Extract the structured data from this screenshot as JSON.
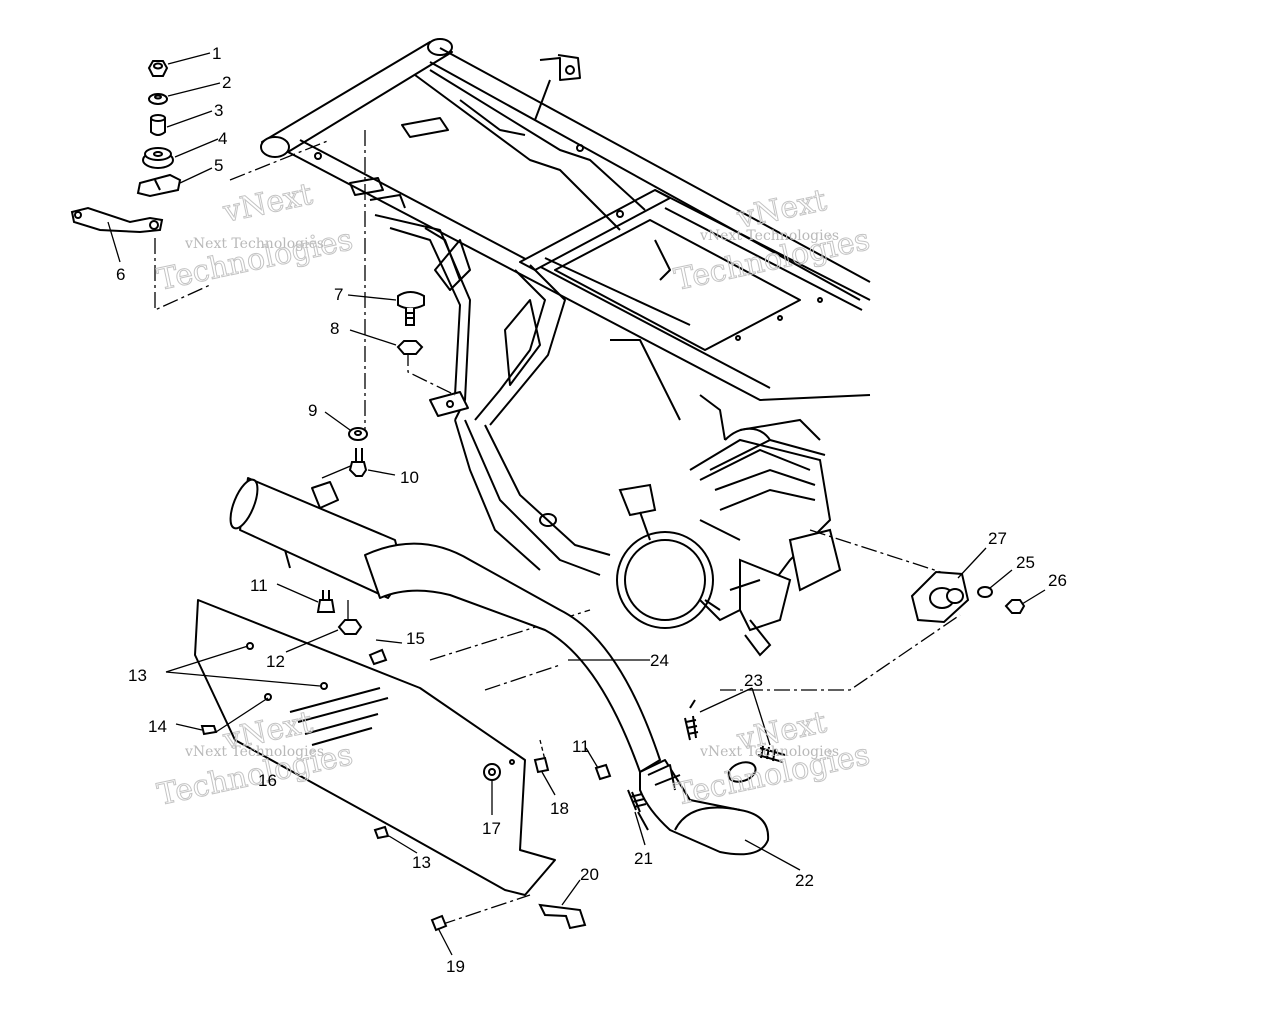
{
  "colors": {
    "ink": "#000000",
    "paper": "#ffffff",
    "watermark": "#bdbdbd"
  },
  "watermark": {
    "line_top": "vNext",
    "line_small": "vNext Technologies",
    "line_big": "Technologies"
  },
  "labels": {
    "p1": "1",
    "p2": "2",
    "p3": "3",
    "p4": "4",
    "p5": "5",
    "p6": "6",
    "p7": "7",
    "p8": "8",
    "p9": "9",
    "p10": "10",
    "p11a": "11",
    "p11b": "11",
    "p12": "12",
    "p13a": "13",
    "p13b": "13",
    "p14": "14",
    "p15": "15",
    "p16": "16",
    "p17": "17",
    "p18": "18",
    "p19": "19",
    "p20": "20",
    "p21": "21",
    "p22": "22",
    "p23": "23",
    "p24": "24",
    "p25": "25",
    "p26": "26",
    "p27": "27"
  }
}
